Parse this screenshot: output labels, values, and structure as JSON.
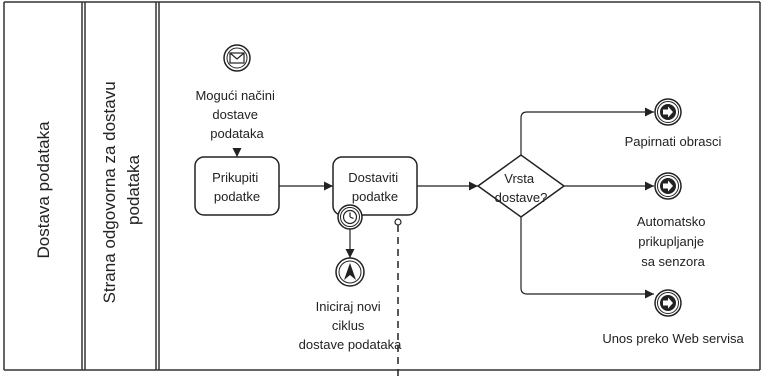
{
  "pool": {
    "label": "Dostava podataka"
  },
  "lane": {
    "label_lines": [
      "Strana odgovorna za dostavu",
      "podataka"
    ]
  },
  "start_event": {
    "icon": "envelope-icon",
    "label_lines": [
      "Mogući načini",
      "dostave",
      "podataka"
    ]
  },
  "task_collect": {
    "label_lines": [
      "Prikupiti",
      "podatke"
    ]
  },
  "task_deliver": {
    "label_lines": [
      "Dostaviti",
      "podatke"
    ]
  },
  "timer_event": {
    "icon": "clock-icon",
    "target_icon": "navigation-arrow-icon",
    "label_lines": [
      "Iniciraj novi",
      "ciklus",
      "dostave podataka"
    ]
  },
  "gateway": {
    "label_lines": [
      "Vrsta",
      "dostave?"
    ]
  },
  "end_events": [
    {
      "icon": "arrow-right-icon",
      "label_lines": [
        "Papirnati obrasci"
      ]
    },
    {
      "icon": "arrow-right-icon",
      "label_lines": [
        "Automatsko",
        "prikupljanje",
        "sa senzora"
      ]
    },
    {
      "icon": "arrow-right-icon",
      "label_lines": [
        "Unos preko Web servisa"
      ]
    }
  ],
  "colors": {
    "line": "#222222",
    "background": "#ffffff",
    "icon_fill": "#222222"
  }
}
